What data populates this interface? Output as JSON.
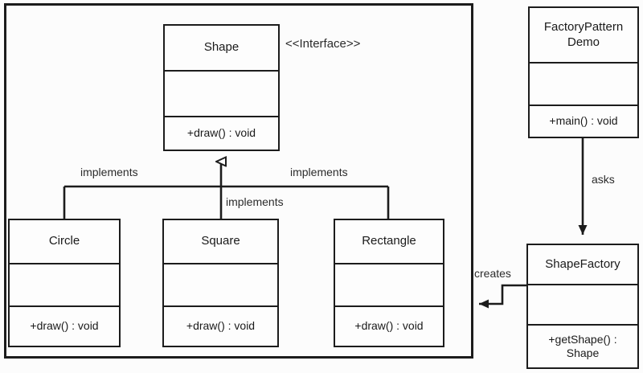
{
  "diagram": {
    "kind": "uml-class-diagram",
    "title": "Factory Pattern UML class diagram",
    "background": "#fcfcfc",
    "line_color": "#1c1c1c",
    "frame": {
      "label": "package-frame"
    }
  },
  "stereotypes": {
    "interface": "<<Interface>>"
  },
  "classes": {
    "shape": {
      "name": "Shape",
      "attributes": "",
      "operations": "+draw() : void"
    },
    "circle": {
      "name": "Circle",
      "attributes": "",
      "operations": "+draw() : void"
    },
    "square": {
      "name": "Square",
      "attributes": "",
      "operations": "+draw() : void"
    },
    "rectangle": {
      "name": "Rectangle",
      "attributes": "",
      "operations": "+draw() : void"
    },
    "demo": {
      "name": "FactoryPattern Demo",
      "name_line1": "FactoryPattern",
      "name_line2": "Demo",
      "attributes": "",
      "operations": "+main() : void"
    },
    "factory": {
      "name": "ShapeFactory",
      "attributes": "",
      "operations": "+getShape() : Shape",
      "operations_line1": "+getShape() :",
      "operations_line2": "Shape"
    }
  },
  "relations": {
    "implements_left": "implements",
    "implements_middle": "implements",
    "implements_right": "implements",
    "asks": "asks",
    "creates": "creates"
  }
}
